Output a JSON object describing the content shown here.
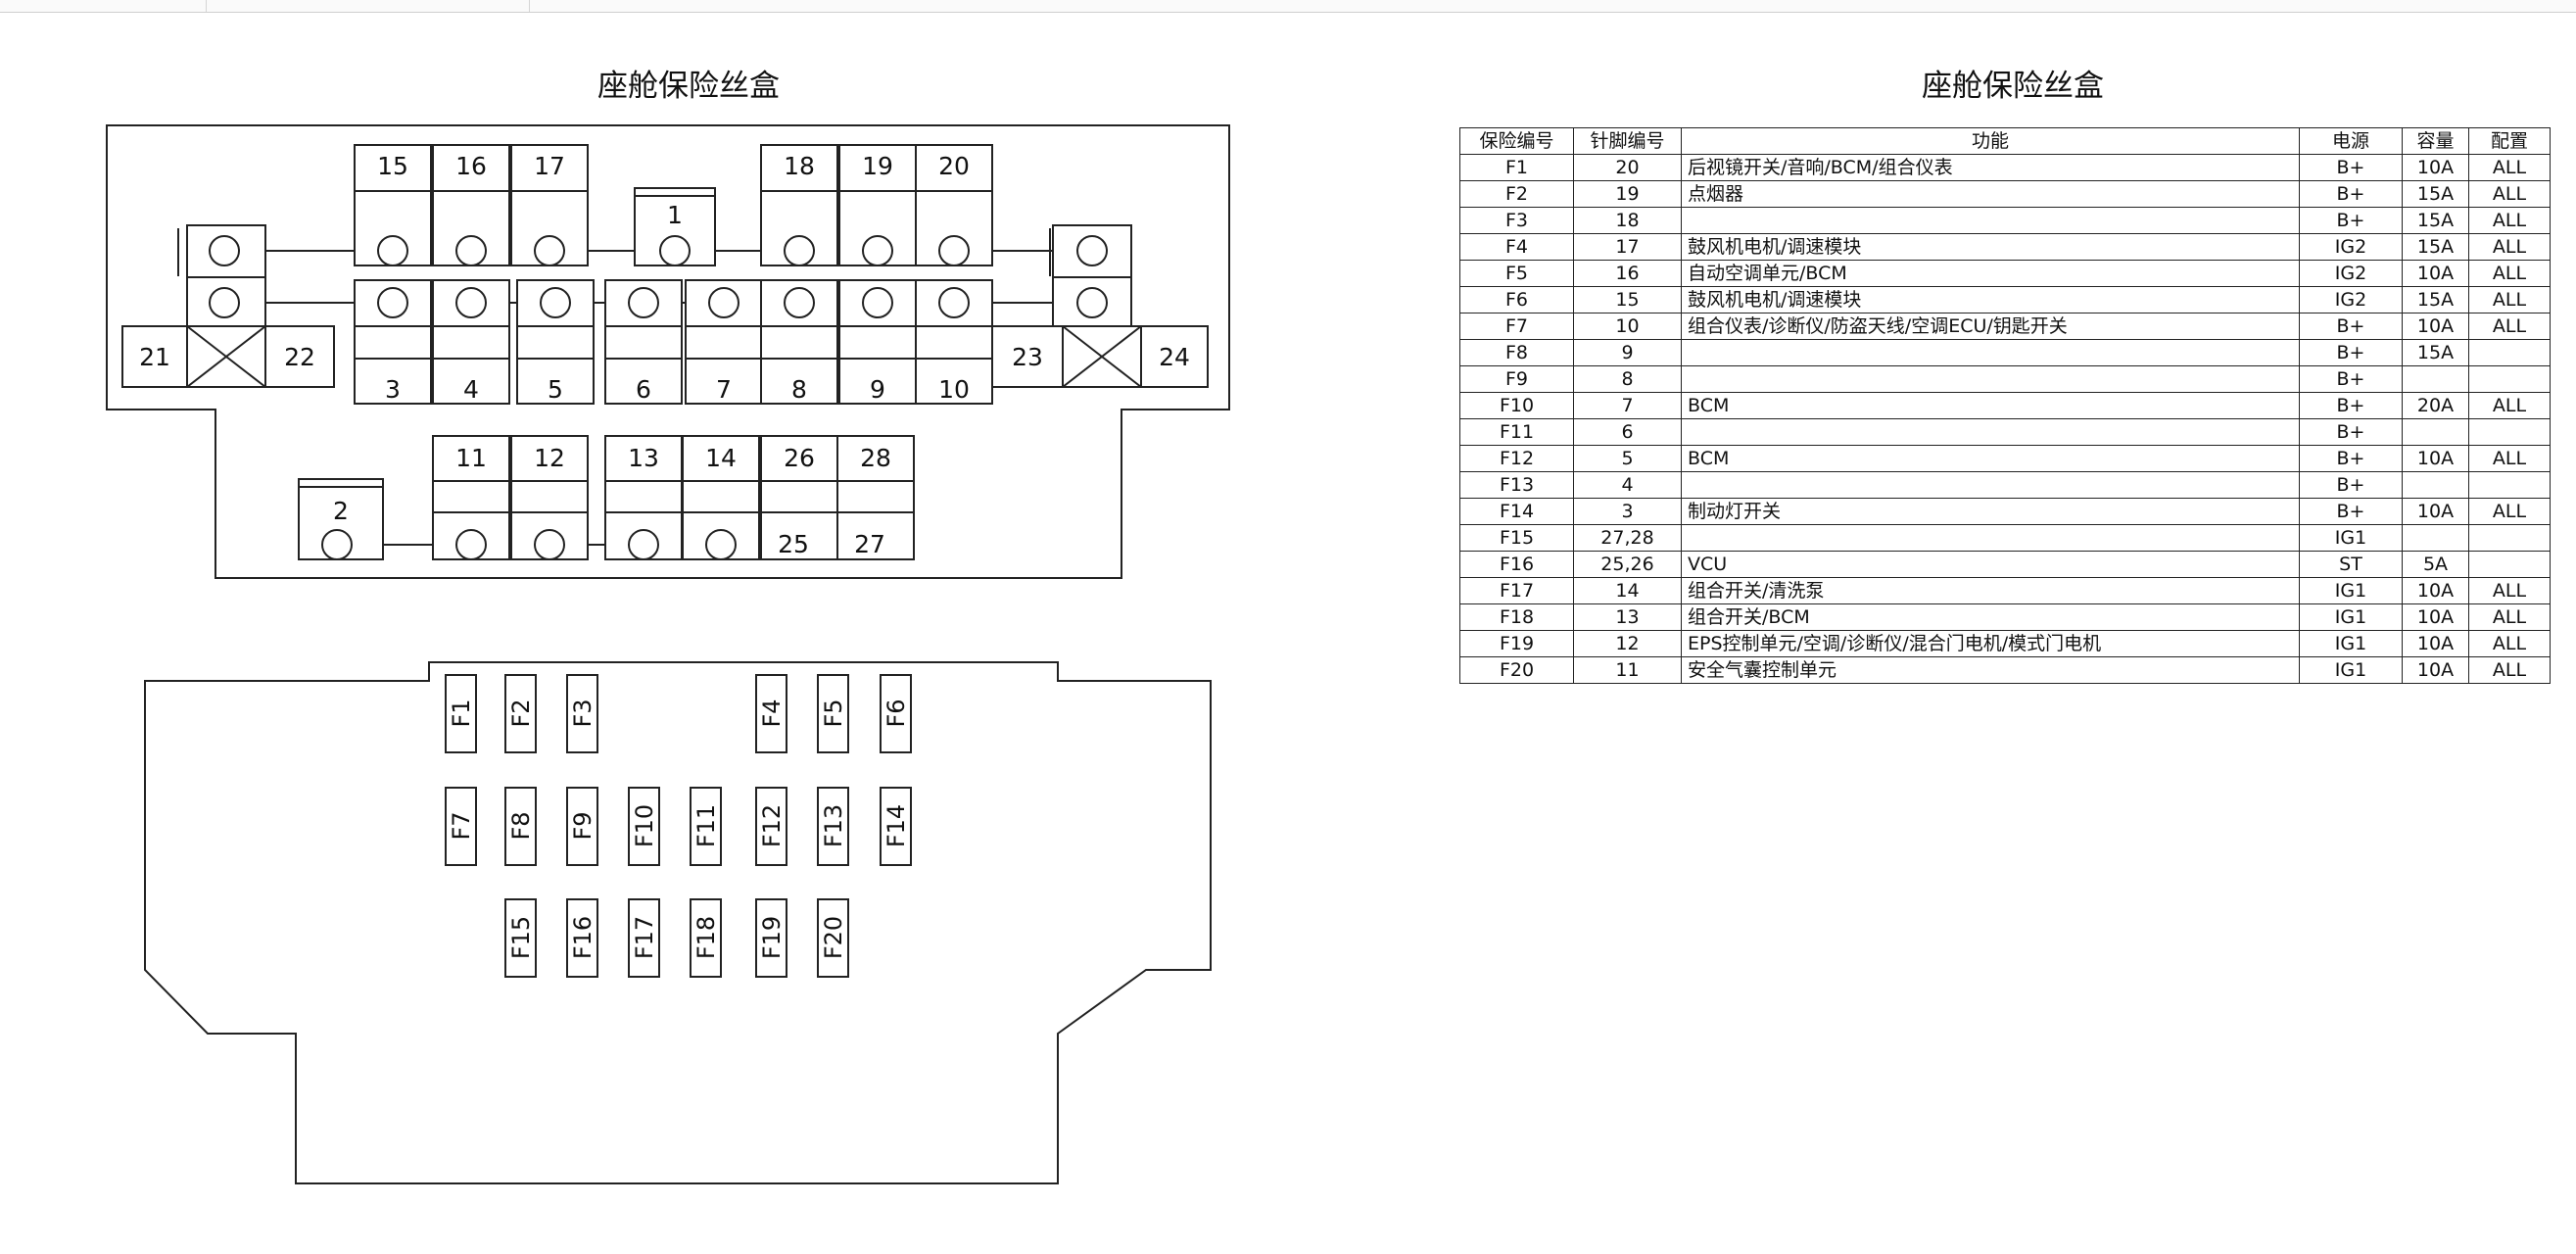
{
  "left_title": "座舱保险丝盒",
  "right_title": "座舱保险丝盒",
  "relay_diagram": {
    "top_fuses": [
      "15",
      "16",
      "17",
      "18",
      "19",
      "20"
    ],
    "center_relay": "1",
    "bottom_row": [
      "3",
      "4",
      "5",
      "6",
      "7",
      "8",
      "9",
      "10"
    ],
    "left_relay_labels": [
      "21",
      "22"
    ],
    "right_relay_labels": [
      "23",
      "24"
    ],
    "lower_relay": "2",
    "lower_top": [
      "11",
      "12",
      "13",
      "14",
      "26",
      "28"
    ],
    "lower_bottom": [
      "25",
      "27"
    ]
  },
  "fuse_layout": {
    "row1": [
      "F1",
      "F2",
      "F3",
      "F4",
      "F5",
      "F6"
    ],
    "row2": [
      "F7",
      "F8",
      "F9",
      "F10",
      "F11",
      "F12",
      "F13",
      "F14"
    ],
    "row3": [
      "F15",
      "F16",
      "F17",
      "F18",
      "F19",
      "F20"
    ]
  },
  "table": {
    "headers": [
      "保险编号",
      "针脚编号",
      "功能",
      "电源",
      "容量",
      "配置"
    ],
    "rows": [
      [
        "F1",
        "20",
        "后视镜开关/音响/BCM/组合仪表",
        "B+",
        "10A",
        "ALL"
      ],
      [
        "F2",
        "19",
        "点烟器",
        "B+",
        "15A",
        "ALL"
      ],
      [
        "F3",
        "18",
        "",
        "B+",
        "15A",
        "ALL"
      ],
      [
        "F4",
        "17",
        "鼓风机电机/调速模块",
        "IG2",
        "15A",
        "ALL"
      ],
      [
        "F5",
        "16",
        "自动空调单元/BCM",
        "IG2",
        "10A",
        "ALL"
      ],
      [
        "F6",
        "15",
        "鼓风机电机/调速模块",
        "IG2",
        "15A",
        "ALL"
      ],
      [
        "F7",
        "10",
        "组合仪表/诊断仪/防盗天线/空调ECU/钥匙开关",
        "B+",
        "10A",
        "ALL"
      ],
      [
        "F8",
        "9",
        "",
        "B+",
        "15A",
        ""
      ],
      [
        "F9",
        "8",
        "",
        "B+",
        "",
        ""
      ],
      [
        "F10",
        "7",
        "BCM",
        "B+",
        "20A",
        "ALL"
      ],
      [
        "F11",
        "6",
        "",
        "B+",
        "",
        ""
      ],
      [
        "F12",
        "5",
        "BCM",
        "B+",
        "10A",
        "ALL"
      ],
      [
        "F13",
        "4",
        "",
        "B+",
        "",
        ""
      ],
      [
        "F14",
        "3",
        "制动灯开关",
        "B+",
        "10A",
        "ALL"
      ],
      [
        "F15",
        "27,28",
        "",
        "IG1",
        "",
        ""
      ],
      [
        "F16",
        "25,26",
        "VCU",
        "ST",
        "5A",
        ""
      ],
      [
        "F17",
        "14",
        "组合开关/清洗泵",
        "IG1",
        "10A",
        "ALL"
      ],
      [
        "F18",
        "13",
        "组合开关/BCM",
        "IG1",
        "10A",
        "ALL"
      ],
      [
        "F19",
        "12",
        "EPS控制单元/空调/诊断仪/混合门电机/模式门电机",
        "IG1",
        "10A",
        "ALL"
      ],
      [
        "F20",
        "11",
        "安全气囊控制单元",
        "IG1",
        "10A",
        "ALL"
      ]
    ]
  }
}
